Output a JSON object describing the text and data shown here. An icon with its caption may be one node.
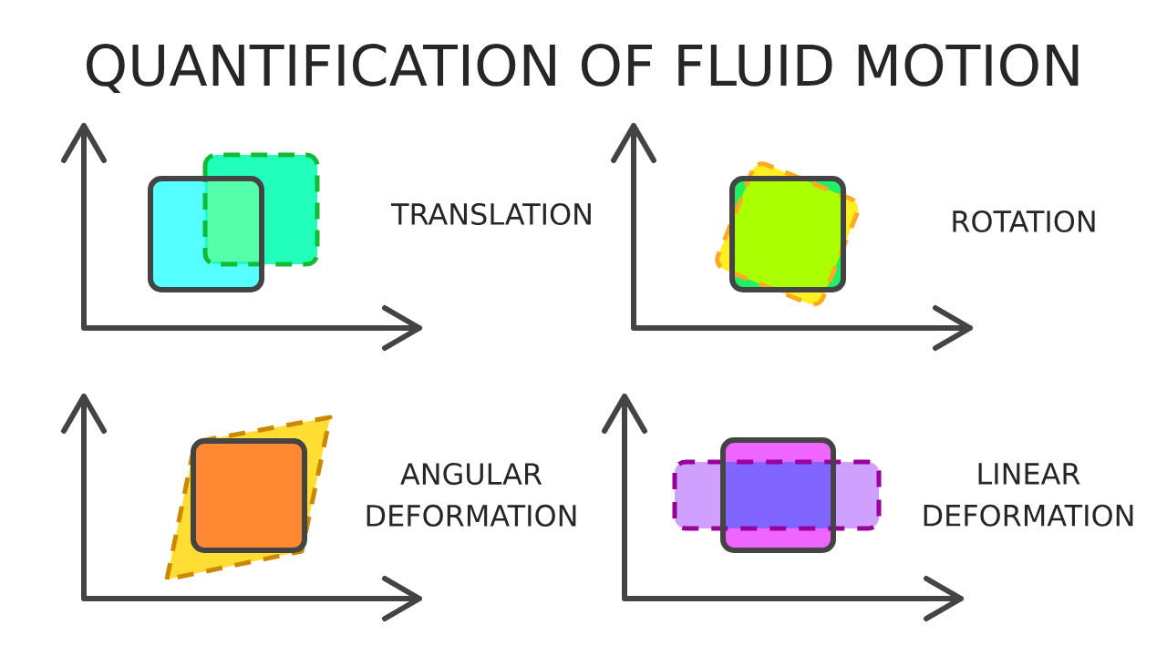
{
  "diagram": {
    "title": "QUANTIFICATION OF FLUID MOTION",
    "labels": [
      "TRANSLATION",
      "ROTATION",
      "ANGULAR DEFORMATION",
      "LINEAR DEFORMATION"
    ]
  }
}
